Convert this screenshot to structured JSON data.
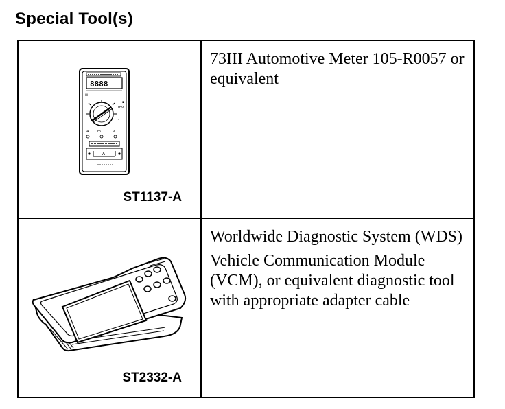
{
  "heading": "Special Tool(s)",
  "tools": [
    {
      "code": "ST1137-A",
      "illustration": "multimeter-icon",
      "descriptions": [
        "73III Automotive Meter 105-R0057 or equivalent"
      ]
    },
    {
      "code": "ST2332-A",
      "illustration": "diagnostic-tablet-icon",
      "descriptions": [
        "Worldwide Diagnostic System (WDS)",
        "Vehicle Communication Module (VCM), or equivalent diagnostic tool with appropriate adapter cable"
      ]
    }
  ]
}
